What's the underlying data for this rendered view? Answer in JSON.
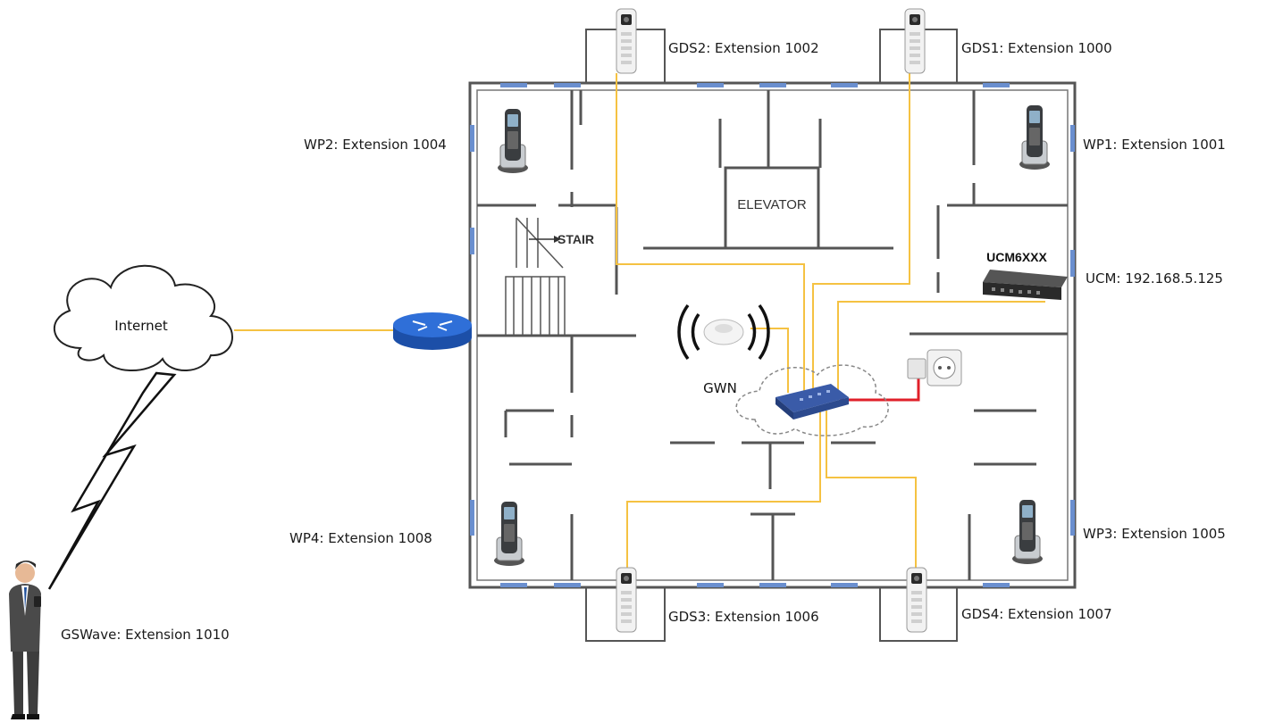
{
  "labels": {
    "gds2": "GDS2: Extension 1002",
    "gds1": "GDS1: Extension 1000",
    "wp2": "WP2: Extension 1004",
    "wp1": "WP1: Extension 1001",
    "ucm_model": "UCM6XXX",
    "ucm_ip": "UCM: 192.168.5.125",
    "internet": "Internet",
    "gwn": "GWN",
    "wp4": "WP4: Extension 1008",
    "wp3": "WP3: Extension 1005",
    "gds3": "GDS3: Extension 1006",
    "gds4": "GDS4: Extension 1007",
    "gswave": "GSWave: Extension 1010",
    "elevator": "ELEVATOR",
    "stair": "STAIR"
  },
  "colors": {
    "cable": "#f5c242",
    "power": "#e0202a",
    "wall": "#555555",
    "window": "#5b7fbf",
    "router": "#2a64c8"
  },
  "icons": {
    "internet": "cloud-icon",
    "router": "router-icon",
    "gwn": "wifi-access-point-icon",
    "switch": "network-switch-icon",
    "ucm": "ip-pbx-icon",
    "outlet": "power-outlet-icon",
    "handset": "cordless-phone-icon",
    "door_station": "door-station-icon",
    "user": "businessman-icon",
    "link": "lightning-link-icon"
  }
}
